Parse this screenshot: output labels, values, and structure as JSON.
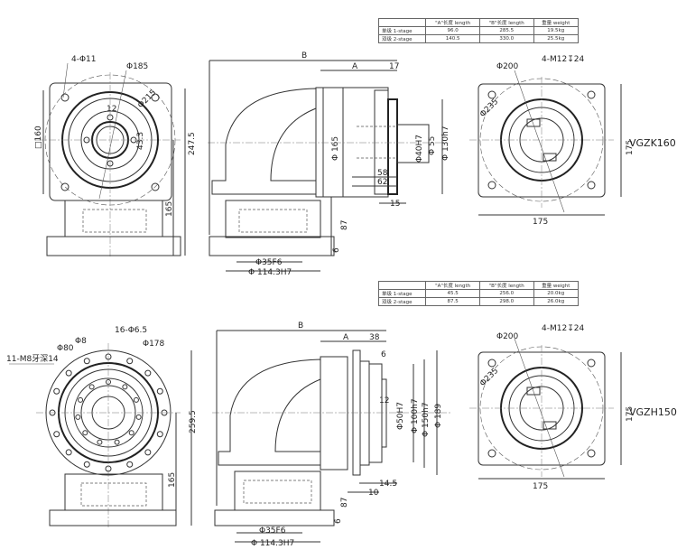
{
  "tables": [
    {
      "headers": [
        "",
        "\"A\"长度 length",
        "\"B\"长度  length",
        "重量 weight"
      ],
      "rows": [
        [
          "单级 1-stage",
          "96.0",
          "285.5",
          "19.5kg"
        ],
        [
          "双级 2-stage",
          "140.5",
          "330.0",
          "25.5kg"
        ]
      ]
    },
    {
      "headers": [
        "",
        "\"A\"长度 length",
        "\"B\"长度  length",
        "重量 weight"
      ],
      "rows": [
        [
          "单级 1-stage",
          "45.5",
          "256.0",
          "20.0kg"
        ],
        [
          "双级 2-stage",
          "87.5",
          "298.0",
          "26.0kg"
        ]
      ]
    }
  ],
  "vgzk160": {
    "model": "VGZK160",
    "front": {
      "holes": "4-Φ11",
      "pcd": "Φ185",
      "outer": "Φ215",
      "key": "12",
      "keyh": "43.3",
      "square": "□160",
      "height": "247.5",
      "center": "165"
    },
    "side": {
      "B": "B",
      "A": "A",
      "d17": "17",
      "d165": "Φ 165",
      "bore": "Φ40H7",
      "d55": "Φ 55",
      "pilot": "Φ 130h7",
      "d58": "58",
      "d62": "62",
      "d15": "15",
      "d87": "87",
      "d6": "6",
      "shaft": "Φ35F6",
      "flange": "Φ 114.3H7"
    },
    "motor": {
      "pcd": "Φ200",
      "holes": "4-M12↧24",
      "diag": "Φ235",
      "w": "175",
      "h": "175"
    }
  },
  "vgzh150": {
    "model": "VGZH150",
    "front": {
      "tap": "11-M8牙深14",
      "d80": "Φ80",
      "d8": "Φ8",
      "holes": "16-Φ6.5",
      "pcd": "Φ178",
      "height": "259.5",
      "center": "165"
    },
    "side": {
      "B": "B",
      "A": "A",
      "d38": "38",
      "d6top": "6",
      "d12": "12",
      "bore": "Φ50H7",
      "d100": "Φ 100h7",
      "d150": "Φ 150h7",
      "d189": "Φ 189",
      "d145": "14.5",
      "d10": "10",
      "d87": "87",
      "d6": "6",
      "shaft": "Φ35F6",
      "flange": "Φ 114.3H7"
    },
    "motor": {
      "pcd": "Φ200",
      "holes": "4-M12↧24",
      "diag": "Φ235",
      "w": "175",
      "h": "175"
    }
  }
}
